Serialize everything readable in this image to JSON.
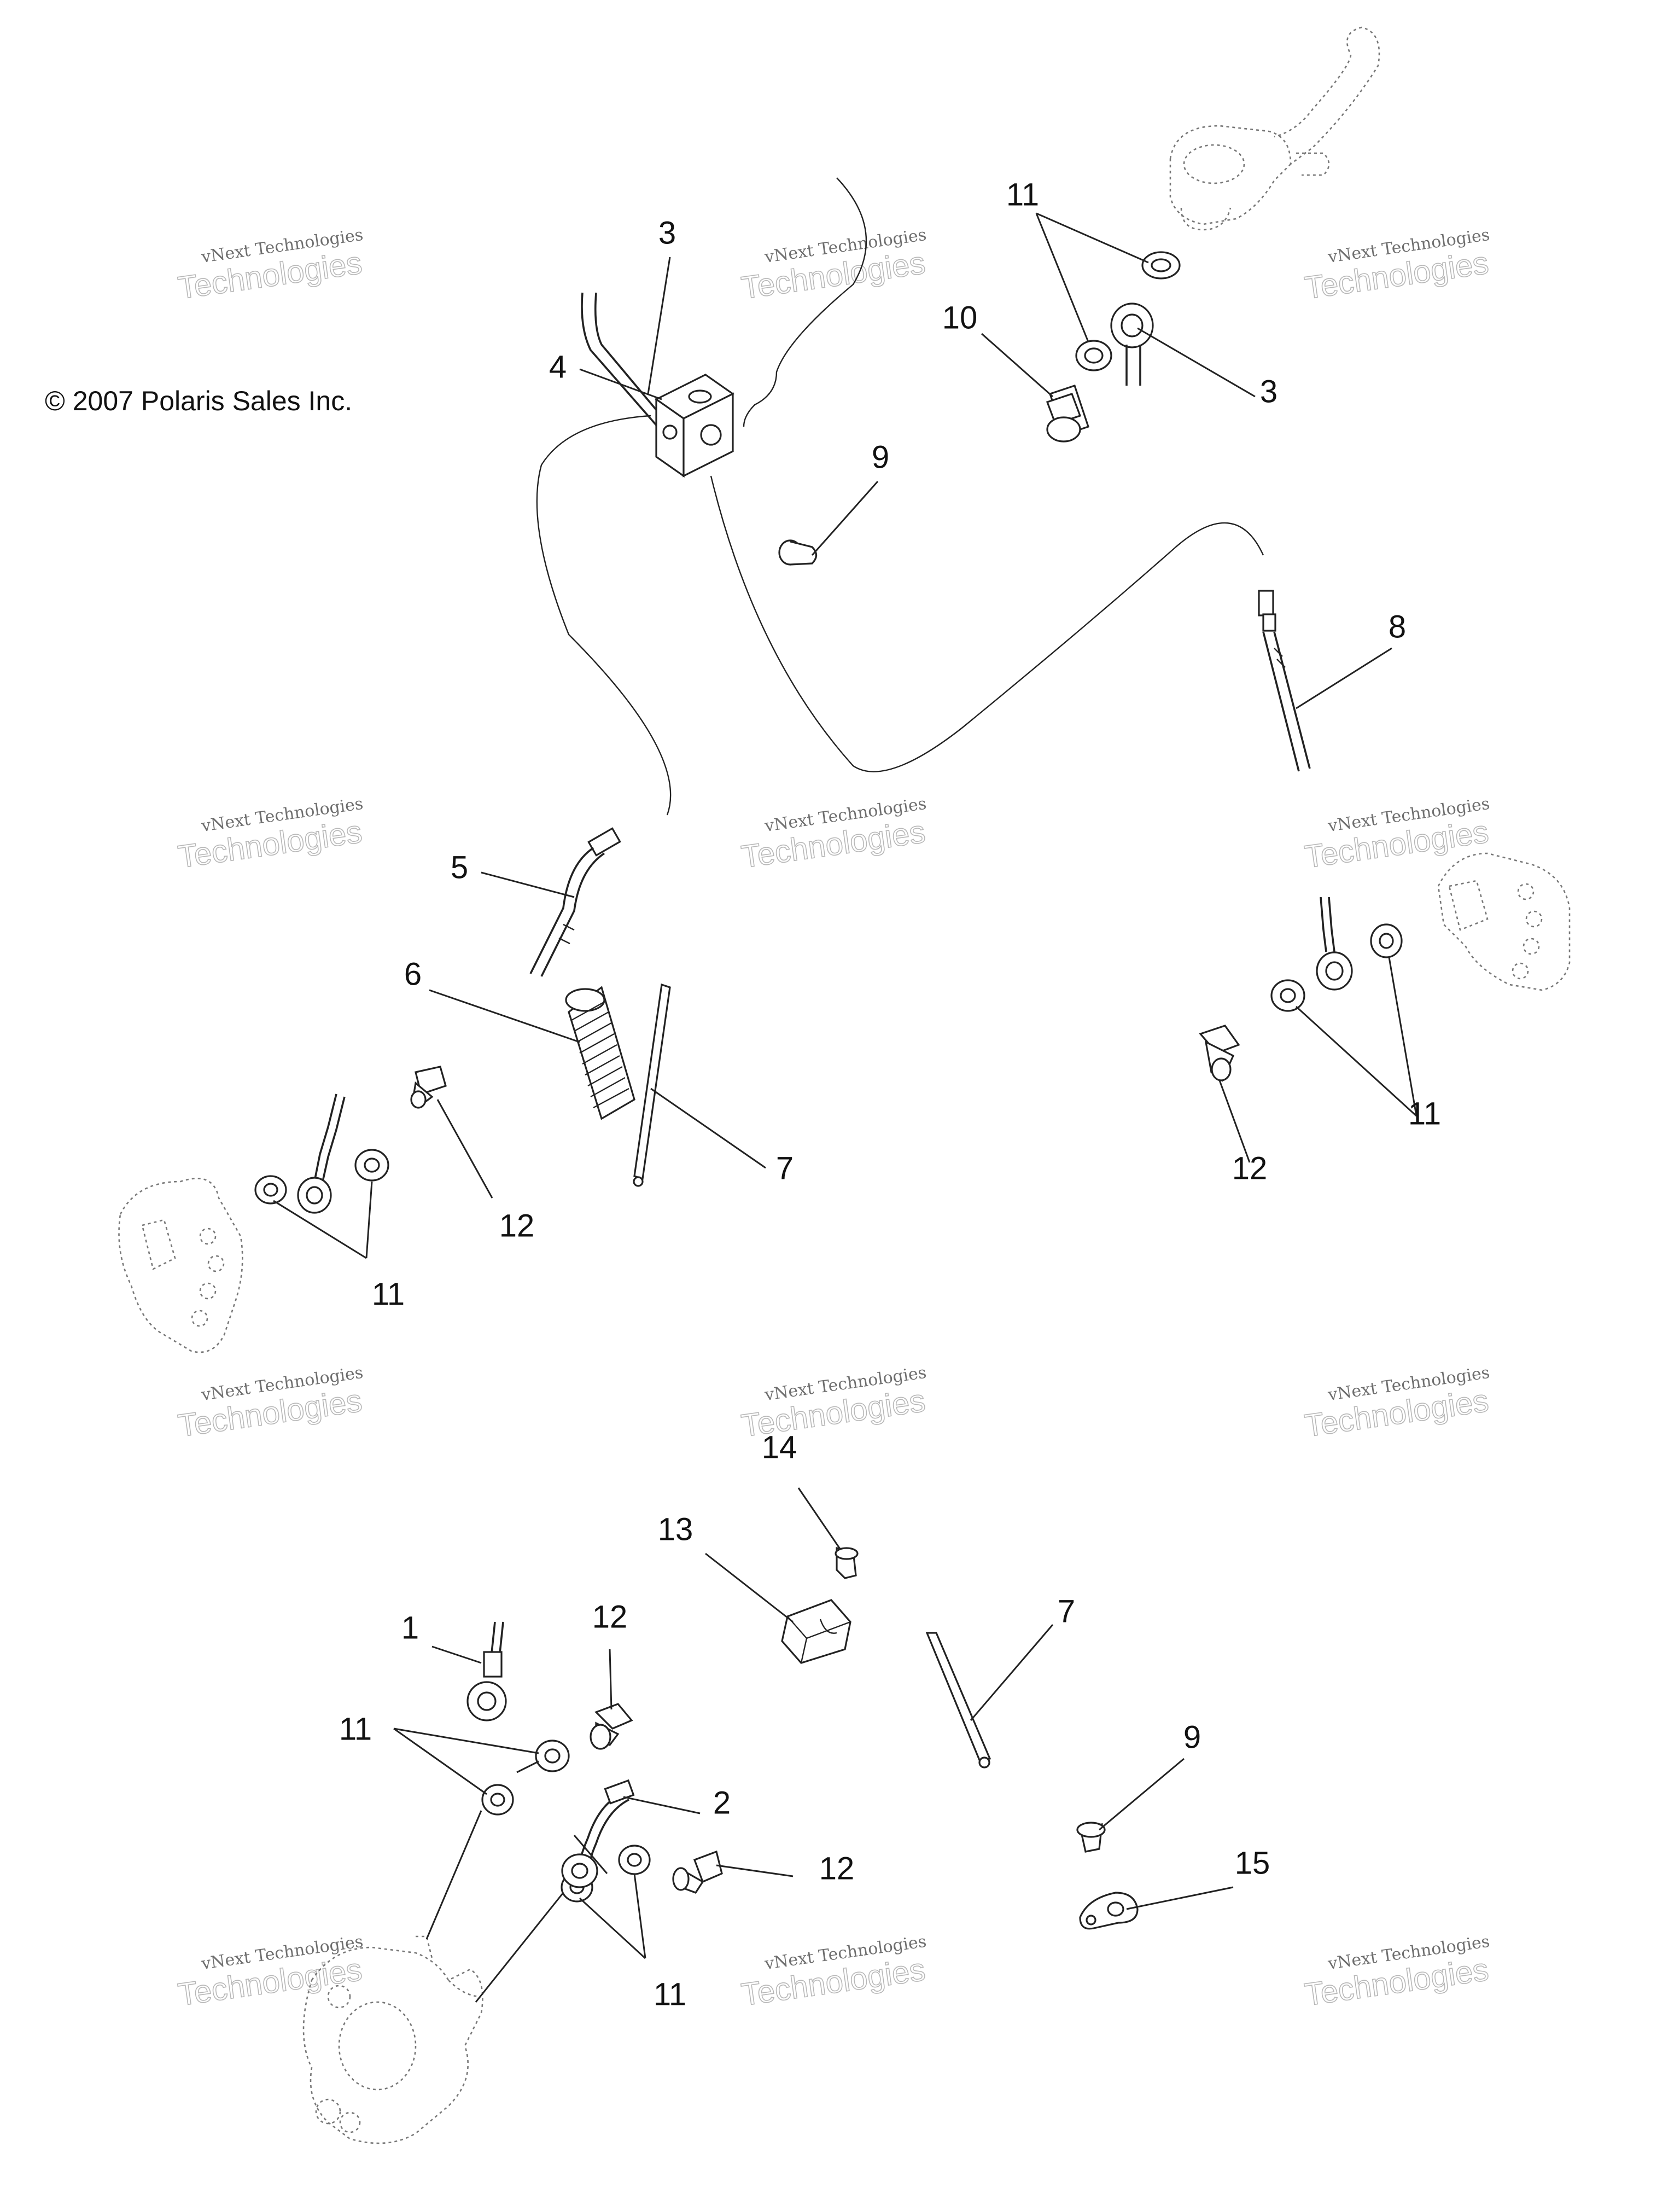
{
  "copyright": "© 2007 Polaris Sales Inc.",
  "watermark": {
    "line1": "vNext Technologies",
    "line2": "Technologies"
  },
  "callouts": [
    "1",
    "2",
    "3",
    "3",
    "4",
    "5",
    "6",
    "7",
    "7",
    "8",
    "9",
    "9",
    "10",
    "11",
    "11",
    "11",
    "11",
    "11",
    "12",
    "12",
    "12",
    "12",
    "13",
    "14",
    "15"
  ],
  "colors": {
    "line": "#222222",
    "ghost": "#777777",
    "background": "#ffffff"
  }
}
